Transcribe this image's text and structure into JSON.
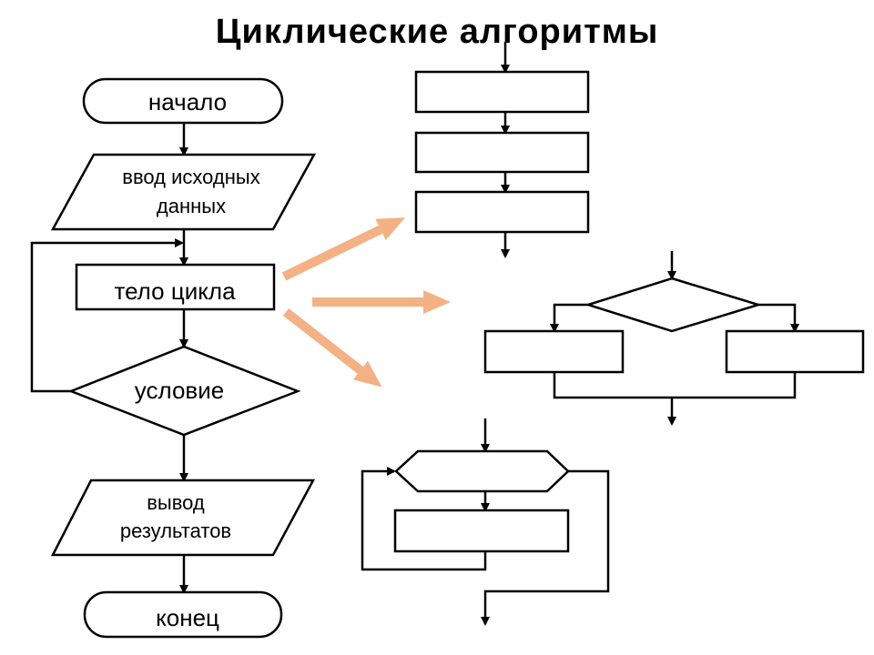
{
  "title": "Циклические  алгоритмы",
  "flowchart": {
    "start": "начало",
    "input_line1": "ввод исходных",
    "input_line2": "данных",
    "body": "тело цикла",
    "condition": "условие",
    "output_line1": "вывод",
    "output_line2": "результатов",
    "end": "конец"
  },
  "colors": {
    "stroke": "#000000",
    "arrow_accent": "#f4b183"
  }
}
